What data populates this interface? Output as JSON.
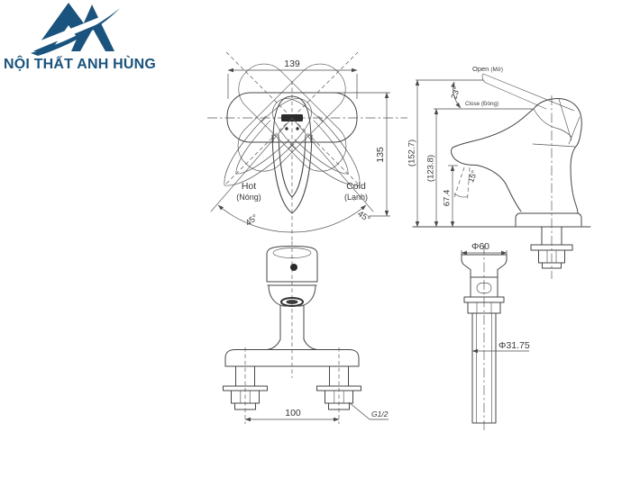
{
  "logo": {
    "brand": "NỘI THẤT ANH HÙNG",
    "color": "#1a537d"
  },
  "drawing": {
    "top_view": {
      "width_mm": "139",
      "depth_mm": "135",
      "hot_label": "Hot",
      "hot_sub": "(Nóng)",
      "cold_label": "Cold",
      "cold_sub": "(Lạnh)",
      "swing_left": "45°",
      "swing_right": "45°"
    },
    "front_view": {
      "hole_spacing_mm": "100",
      "thread_size": "G1/2"
    },
    "side_view": {
      "open_label": "Open",
      "open_sub": "(Mở)",
      "close_label": "Close (Đóng)",
      "lift_angle": "23°",
      "height_open_mm": "(152.7)",
      "height_closed_mm": "(123.8)",
      "spout_height_mm": "67.4",
      "spray_angle": "15°"
    },
    "drain": {
      "flange_dia_mm": "Φ60",
      "tailpipe_dia_mm": "Φ31.75"
    }
  }
}
